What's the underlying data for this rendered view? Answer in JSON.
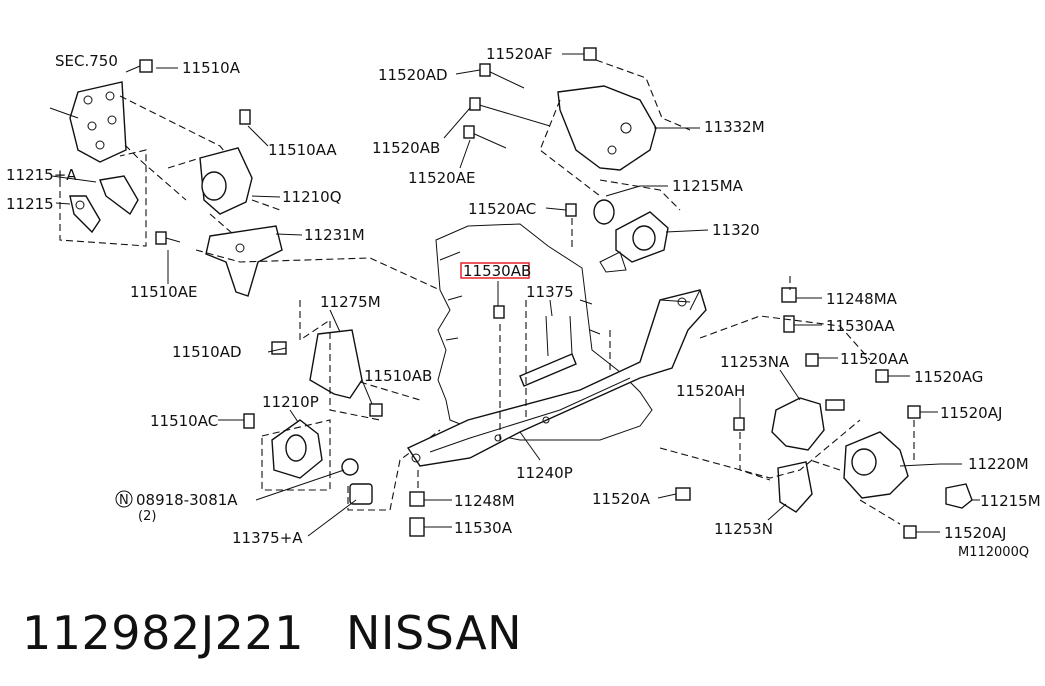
{
  "diagram": {
    "reference_code": "M112000Q",
    "highlight_color": "#e8202a",
    "labels": {
      "sec750": "SEC.750",
      "p11510A": "11510A",
      "p11510AA": "11510AA",
      "p11215A": "11215+A",
      "p11215": "11215",
      "p11210Q": "11210Q",
      "p11231M": "11231M",
      "p11510AE": "11510AE",
      "p11275M": "11275M",
      "p11510AD": "11510AD",
      "p11510AB": "11510AB",
      "p11210P": "11210P",
      "p11510AC": "11510AC",
      "p08918": "08918-3081A",
      "p08918_qty": "(2)",
      "p11375A": "11375+A",
      "p11248M": "11248M",
      "p11530A": "11530A",
      "p11240P": "11240P",
      "p11530AB": "11530AB",
      "p11375": "11375",
      "p11520AF": "11520AF",
      "p11520AD": "11520AD",
      "p11520AB": "11520AB",
      "p11520AE": "11520AE",
      "p11332M": "11332M",
      "p11215MA": "11215MA",
      "p11520AC": "11520AC",
      "p11320": "11320",
      "p11248MA": "11248MA",
      "p11530AA": "11530AA",
      "p11253NA": "11253NA",
      "p11520AA": "11520AA",
      "p11520AG": "11520AG",
      "p11520AH": "11520AH",
      "p11520AJ_top": "11520AJ",
      "p11220M": "11220M",
      "p11215M": "11215M",
      "p11520AJ_bot": "11520AJ",
      "p11520A": "11520A",
      "p11253N": "11253N",
      "n_symbol": "N"
    }
  },
  "caption": {
    "part_number": "112982J221",
    "brand": "NISSAN"
  }
}
